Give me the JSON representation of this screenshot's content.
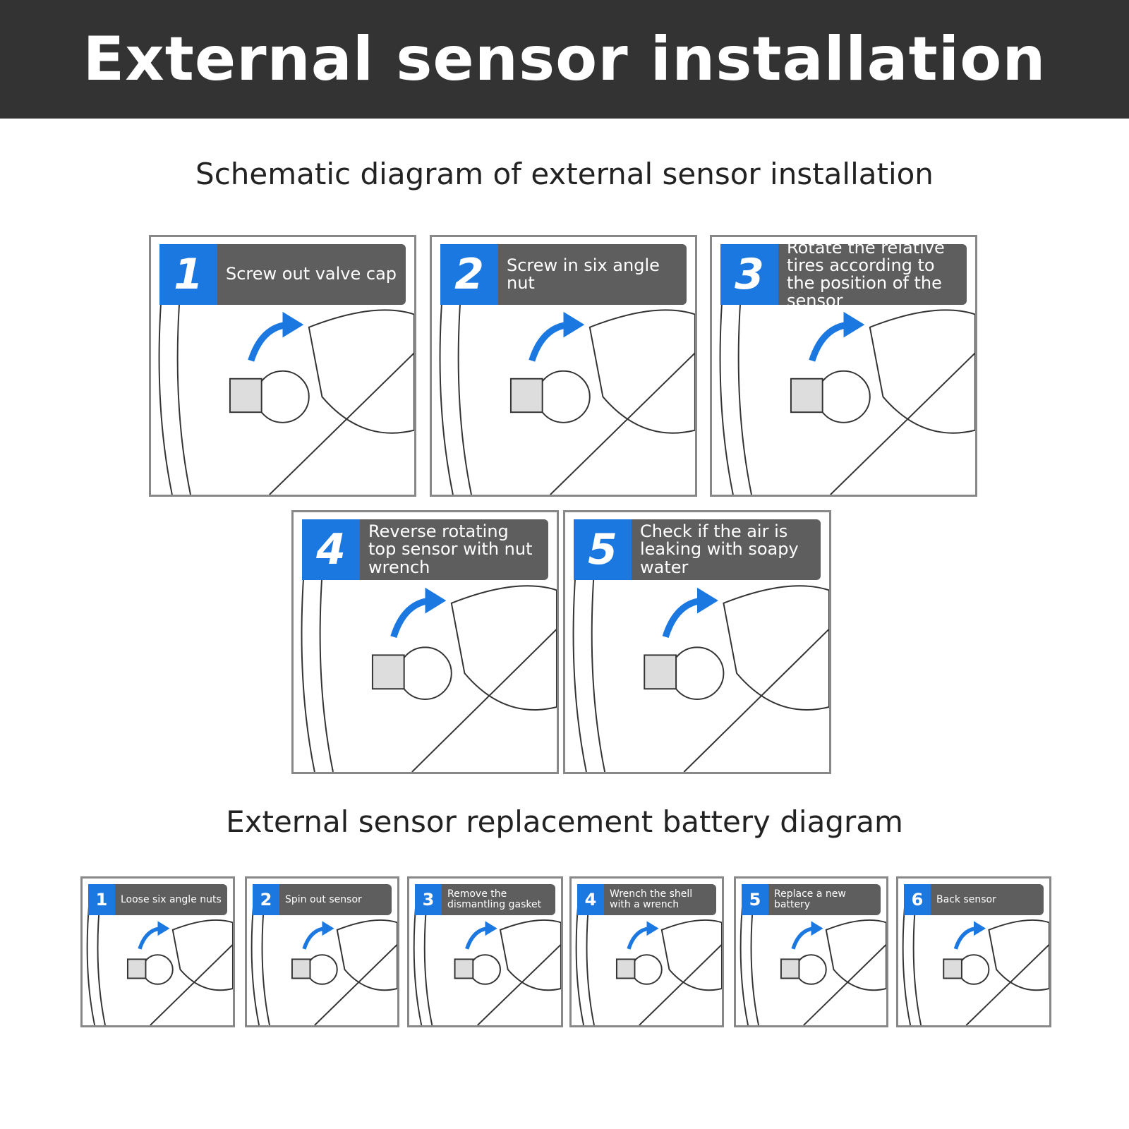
{
  "title": "External sensor installation",
  "section1": {
    "heading": "Schematic diagram of external sensor installation",
    "steps": [
      {
        "number": "1",
        "text": "Screw out valve cap"
      },
      {
        "number": "2",
        "text": "Screw in six angle nut"
      },
      {
        "number": "3",
        "text": "Rotate the relative tires according to the position of the sensor"
      },
      {
        "number": "4",
        "text": "Reverse rotating top sensor with nut wrench"
      },
      {
        "number": "5",
        "text": "Check if the air is leaking with soapy water"
      }
    ]
  },
  "section2": {
    "heading": "External sensor replacement battery diagram",
    "steps": [
      {
        "number": "1",
        "text": "Loose six angle nuts"
      },
      {
        "number": "2",
        "text": "Spin out sensor"
      },
      {
        "number": "3",
        "text": "Remove the dismantling gasket"
      },
      {
        "number": "4",
        "text": "Wrench the shell with a wrench"
      },
      {
        "number": "5",
        "text": "Replace a new battery"
      },
      {
        "number": "6",
        "text": "Back sensor"
      }
    ]
  },
  "colors": {
    "banner": "#333333",
    "accent": "#1b78e0",
    "label_bg": "#5e5e5e"
  }
}
